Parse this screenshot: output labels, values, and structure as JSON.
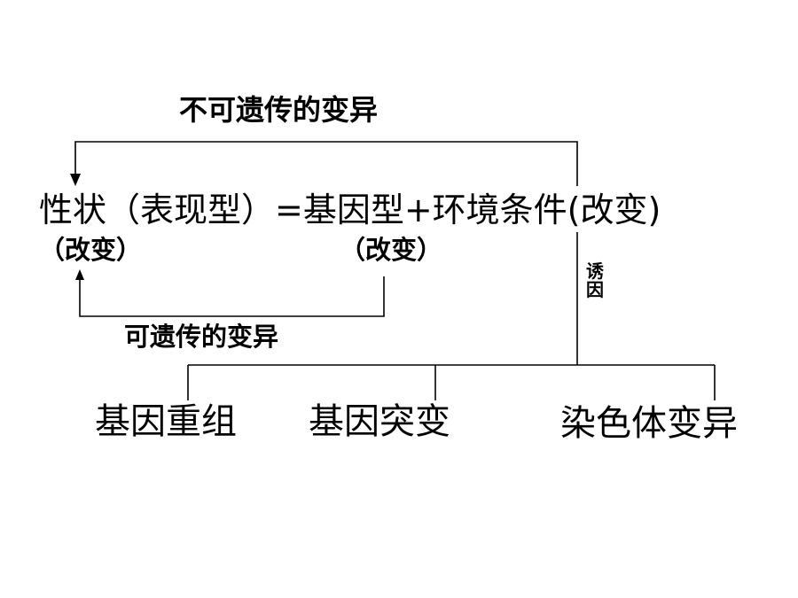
{
  "diagram": {
    "top_label": "不可遗传的变异",
    "formula": "性状（表现型）=基因型+环境条件(改变)",
    "change_left": "（改变）",
    "change_mid": "（改变）",
    "inducer": "诱因",
    "bottom_label": "可遗传的变异",
    "branches": [
      "基因重组",
      "基因突变",
      "染色体变异"
    ]
  },
  "colors": {
    "line": "#000000",
    "text": "#000000",
    "background": "#ffffff"
  }
}
